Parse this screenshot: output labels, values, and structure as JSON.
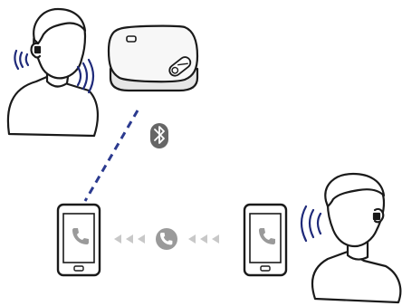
{
  "colors": {
    "line": "#1a1a1a",
    "bluetooth_link": "#2b3a8f",
    "bluetooth_badge": "#666666",
    "sound_waves": "#1f2a7a",
    "call_arrows": "#c8c8c8",
    "call_badge": "#9a9a9a",
    "phone_icon": "#9a9a9a",
    "device_top": "#f2f2f2",
    "device_band": "#e6e6e6"
  },
  "icons": {
    "bluetooth": "bluetooth-icon",
    "call": "phone-call-icon",
    "handset": "phone-handset-icon"
  },
  "elements": {
    "person_top_left": "person-with-headset",
    "person_bottom_right": "person-with-headset",
    "device": "speakerphone-device",
    "phone_left": "smartphone",
    "phone_right": "smartphone"
  }
}
